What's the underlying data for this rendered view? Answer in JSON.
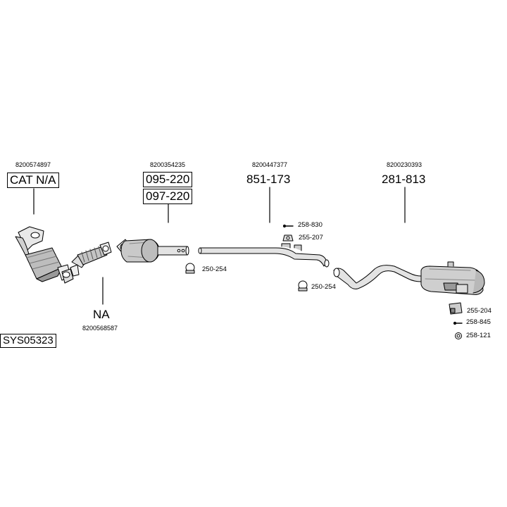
{
  "diagram": {
    "system_code": "SYS05323",
    "parts": [
      {
        "oem": "8200574897",
        "codes": [
          "CAT N/A"
        ]
      },
      {
        "oem": "8200568587",
        "codes": [
          "NA"
        ]
      },
      {
        "oem": "8200354235",
        "codes": [
          "095-220",
          "097-220"
        ]
      },
      {
        "oem": "8200447377",
        "codes": [
          "851-173"
        ]
      },
      {
        "oem": "8200230393",
        "codes": [
          "281-813"
        ]
      }
    ],
    "fittings": [
      {
        "code": "258-830"
      },
      {
        "code": "255-207"
      },
      {
        "code": "250-254"
      },
      {
        "code": "250-254"
      },
      {
        "code": "255-204"
      },
      {
        "code": "258-845"
      },
      {
        "code": "258-121"
      }
    ]
  }
}
